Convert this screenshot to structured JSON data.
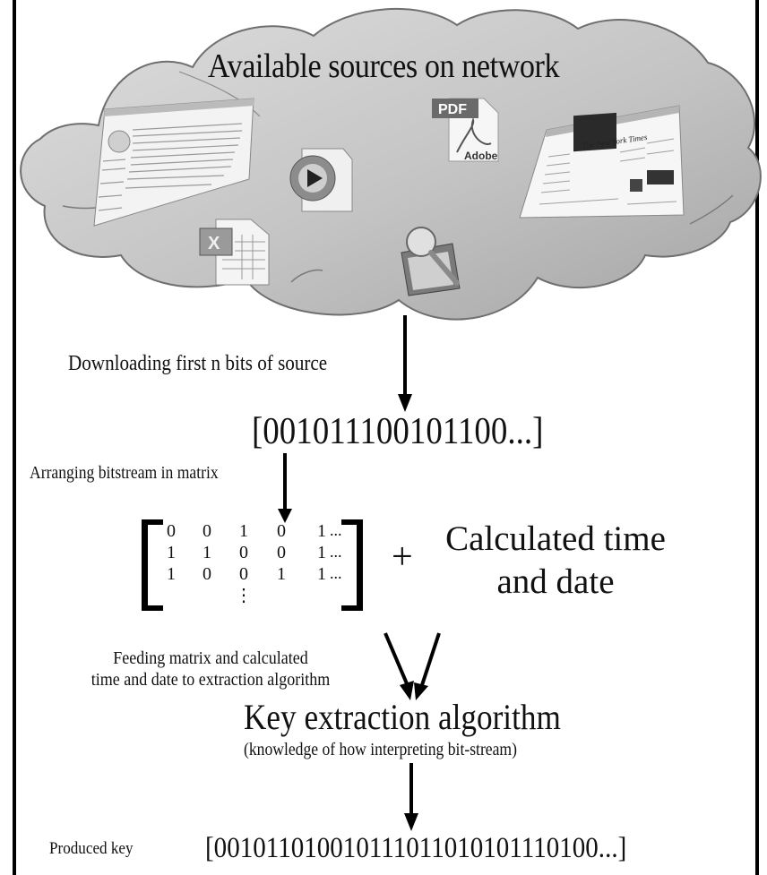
{
  "cloud": {
    "title": "Available sources on network",
    "icons": [
      {
        "name": "wikipedia-webpage-screenshot",
        "kind": "webpage"
      },
      {
        "name": "media-player-file-icon",
        "kind": "video"
      },
      {
        "name": "pdf-file-icon",
        "badge": "PDF",
        "caption": "Adobe"
      },
      {
        "name": "newspaper-webpage-screenshot",
        "kind": "webpage"
      },
      {
        "name": "excel-spreadsheet-icon",
        "badge": "X"
      },
      {
        "name": "image-preview-icon",
        "kind": "image"
      }
    ]
  },
  "steps": {
    "download_label": "Downloading first n bits of source",
    "bitstream": "[001011100101100...]",
    "arrange_label": "Arranging bitstream in matrix",
    "matrix": {
      "rows": [
        [
          "0",
          "0",
          "1",
          "0",
          "1"
        ],
        [
          "1",
          "1",
          "0",
          "0",
          "1"
        ],
        [
          "1",
          "0",
          "0",
          "1",
          "1"
        ]
      ],
      "row_ellipsis": "...",
      "column_ellipsis": "⋮"
    },
    "plus": "+",
    "calc_line1": "Calculated time",
    "calc_line2": "and date",
    "feed_line1": "Feeding matrix and calculated",
    "feed_line2": "time and date to extraction algorithm",
    "algorithm_title": "Key extraction algorithm",
    "algorithm_subtitle": "(knowledge of how interpreting bit-stream)",
    "key_label": "Produced key",
    "produced_key": "[001011010010111011010101110100...]"
  },
  "colors": {
    "cloud_fill_light": "#d9d9d9",
    "cloud_fill_dark": "#a9a9a9",
    "cloud_stroke": "#6f6f6f",
    "ink": "#111111"
  }
}
